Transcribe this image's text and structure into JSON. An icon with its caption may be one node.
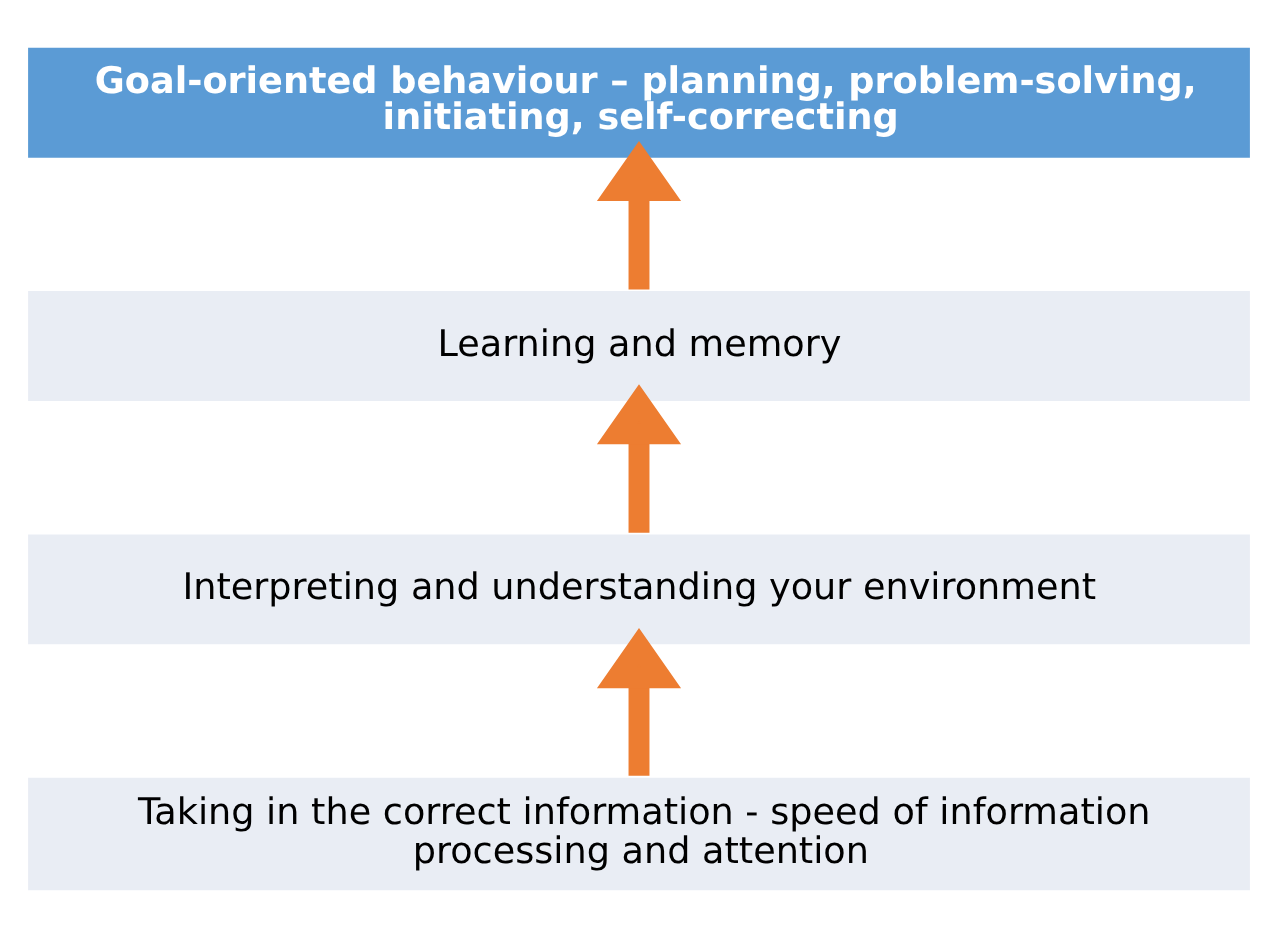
{
  "diagram": {
    "nodes": [
      {
        "text": [
          "Goal-oriented behaviour – planning, problem-solving, initiating, self-correcting"
        ]
      },
      {
        "text": [
          "Learning and memory"
        ]
      },
      {
        "text": [
          "Interpreting and understanding your environment"
        ]
      },
      {
        "text": [
          "Taking in the correct information - speed of information processing and attention"
        ]
      }
    ],
    "edges": [
      {
        "from": 3,
        "to": 2,
        "arrow": "to"
      },
      {
        "from": 2,
        "to": 1,
        "arrow": "to"
      },
      {
        "from": 1,
        "to": 0,
        "arrow": "to"
      }
    ]
  }
}
